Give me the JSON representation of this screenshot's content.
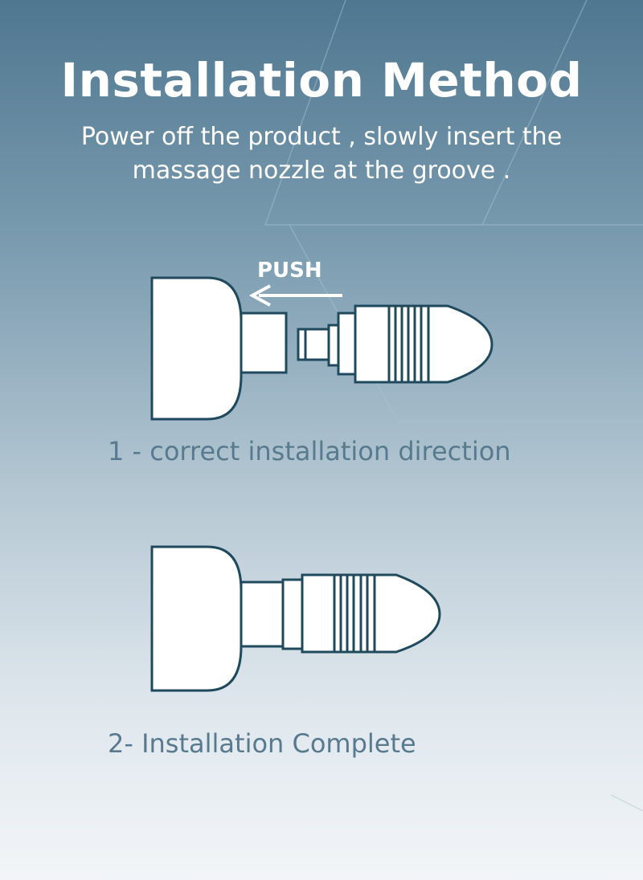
{
  "header": {
    "title": "Installation Method",
    "subtitle": "Power off the product , slowly insert the massage nozzle at the groove ."
  },
  "step_one": {
    "push_label": "PUSH",
    "caption": "1 - correct installation direction"
  },
  "step_two": {
    "caption": "2- Installation Complete"
  },
  "colors": {
    "background_top": "#4f7790",
    "background_bottom": "#f2f5f8",
    "outline": "#1f4a5e",
    "caption_text": "#587a8e"
  }
}
